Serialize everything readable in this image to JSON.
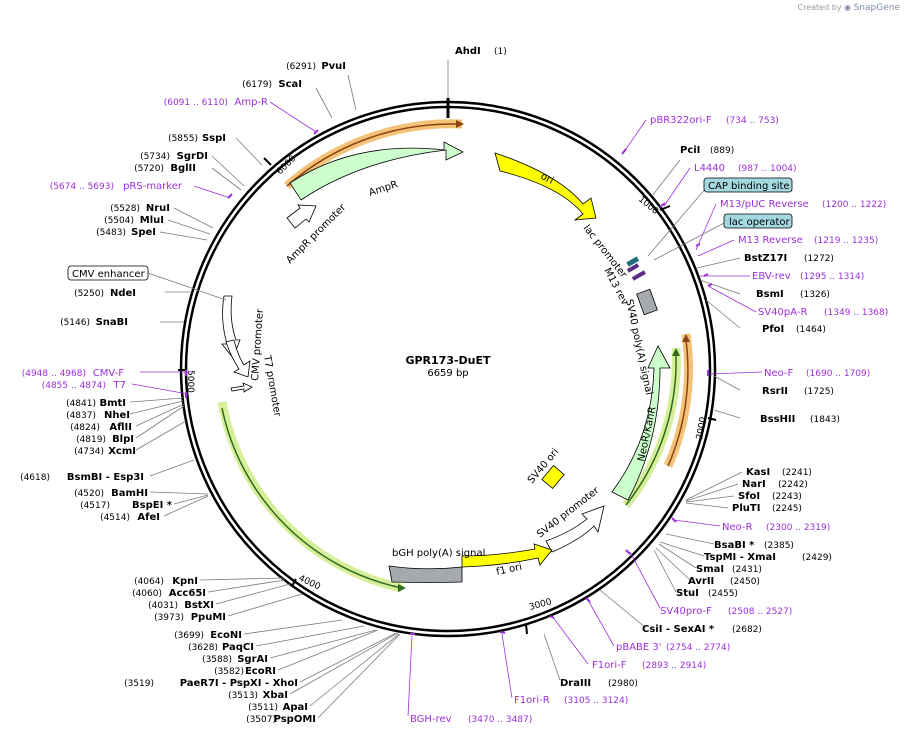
{
  "credit": {
    "prefix": "Created by",
    "brand": "SnapGene",
    "icon": "snapgene-logo-icon"
  },
  "plasmid": {
    "name": "GPR173-DuET",
    "length_label": "6659 bp",
    "length": 6659
  },
  "ticks": [
    "1000",
    "2000",
    "3000",
    "4000",
    "5000",
    "6000"
  ],
  "enzymes_right": [
    {
      "name": "AhdI",
      "pos": "(1)"
    },
    {
      "name": "PciI",
      "pos": "(889)"
    },
    {
      "name": "BstZ17I",
      "pos": "(1272)"
    },
    {
      "name": "BsmI",
      "pos": "(1326)"
    },
    {
      "name": "PfoI",
      "pos": "(1464)"
    },
    {
      "name": "RsrII",
      "pos": "(1725)"
    },
    {
      "name": "BssHII",
      "pos": "(1843)"
    },
    {
      "name": "KasI",
      "pos": "(2241)"
    },
    {
      "name": "NarI",
      "pos": "(2242)"
    },
    {
      "name": "SfoI",
      "pos": "(2243)"
    },
    {
      "name": "PluTI",
      "pos": "(2245)"
    },
    {
      "name": "BsaBI *",
      "pos": "(2385)"
    },
    {
      "name": "TspMI - XmaI",
      "pos": "(2429)"
    },
    {
      "name": "SmaI",
      "pos": "(2431)"
    },
    {
      "name": "AvrII",
      "pos": "(2450)"
    },
    {
      "name": "StuI",
      "pos": "(2455)"
    },
    {
      "name": "CsiI - SexAI *",
      "pos": "(2682)"
    },
    {
      "name": "DraIII",
      "pos": "(2980)"
    }
  ],
  "enzymes_left": [
    {
      "name": "PvuI",
      "pos": "(6291)"
    },
    {
      "name": "ScaI",
      "pos": "(6179)"
    },
    {
      "name": "SspI",
      "pos": "(5855)"
    },
    {
      "name": "SgrDI",
      "pos": "(5734)"
    },
    {
      "name": "BglII",
      "pos": "(5720)"
    },
    {
      "name": "NruI",
      "pos": "(5528)"
    },
    {
      "name": "MluI",
      "pos": "(5504)"
    },
    {
      "name": "SpeI",
      "pos": "(5483)"
    },
    {
      "name": "NdeI",
      "pos": "(5250)"
    },
    {
      "name": "SnaBI",
      "pos": "(5146)"
    },
    {
      "name": "BmtI",
      "pos": "(4841)"
    },
    {
      "name": "NheI",
      "pos": "(4837)"
    },
    {
      "name": "AflII",
      "pos": "(4824)"
    },
    {
      "name": "BlpI",
      "pos": "(4819)"
    },
    {
      "name": "XcmI",
      "pos": "(4734)"
    },
    {
      "name": "BsmBI - Esp3I",
      "pos": "(4618)"
    },
    {
      "name": "BamHI",
      "pos": "(4520)"
    },
    {
      "name": "BspEI *",
      "pos": "(4517)"
    },
    {
      "name": "AfeI",
      "pos": "(4514)"
    },
    {
      "name": "KpnI",
      "pos": "(4064)"
    },
    {
      "name": "Acc65I",
      "pos": "(4060)"
    },
    {
      "name": "BstXI",
      "pos": "(4031)"
    },
    {
      "name": "PpuMI",
      "pos": "(3973)"
    },
    {
      "name": "EcoNI",
      "pos": "(3699)"
    },
    {
      "name": "PaqCI",
      "pos": "(3628)"
    },
    {
      "name": "SgrAI",
      "pos": "(3588)"
    },
    {
      "name": "EcoRI",
      "pos": "(3582)"
    },
    {
      "name": "PaeR7I - PspXI - XhoI",
      "pos": "(3519)"
    },
    {
      "name": "XbaI",
      "pos": "(3513)"
    },
    {
      "name": "ApaI",
      "pos": "(3511)"
    },
    {
      "name": "PspOMI",
      "pos": "(3507)"
    }
  ],
  "primers": [
    {
      "name": "pBR322ori-F",
      "pos": "(734 .. 753)"
    },
    {
      "name": "L4440",
      "pos": "(987 .. 1004)"
    },
    {
      "name": "M13/pUC Reverse",
      "pos": "(1200 .. 1222)"
    },
    {
      "name": "M13 Reverse",
      "pos": "(1219 .. 1235)"
    },
    {
      "name": "EBV-rev",
      "pos": "(1295 .. 1314)"
    },
    {
      "name": "SV40pA-R",
      "pos": "(1349 .. 1368)"
    },
    {
      "name": "Neo-F",
      "pos": "(1690 .. 1709)"
    },
    {
      "name": "Neo-R",
      "pos": "(2300 .. 2319)"
    },
    {
      "name": "SV40pro-F",
      "pos": "(2508 .. 2527)"
    },
    {
      "name": "pBABE 3'",
      "pos": "(2754 .. 2774)"
    },
    {
      "name": "F1ori-F",
      "pos": "(2893 .. 2914)"
    },
    {
      "name": "F1ori-R",
      "pos": "(3105 .. 3124)"
    },
    {
      "name": "BGH-rev",
      "pos": "(3470 .. 3487)"
    },
    {
      "name": "Amp-R",
      "pos": "(6091 .. 6110)"
    },
    {
      "name": "pRS-marker",
      "pos": "(5674 .. 5693)"
    },
    {
      "name": "CMV-F",
      "pos": "(4948 .. 4968)"
    },
    {
      "name": "T7",
      "pos": "(4855 .. 4874)"
    }
  ],
  "boxed_features": [
    "CAP binding site",
    "lac operator",
    "CMV enhancer"
  ],
  "features": {
    "ori": "ori",
    "ampr": "AmpR",
    "ampr_promoter": "AmpR promoter",
    "lac_promoter": "lac promoter",
    "m13_rev": "M13 rev",
    "sv40_polya": "SV40 poly(A) signal",
    "neor": "NeoR/KanR",
    "sv40_ori": "SV40 ori",
    "sv40_promoter": "SV40 promoter",
    "f1_ori": "f1 ori",
    "bgh_polya": "bGH poly(A) signal",
    "cmv_promoter": "CMV promoter",
    "t7_promoter": "T7 promoter"
  },
  "colors": {
    "ori": "#ffff00",
    "resistance": "#ccffcc",
    "promoter": "#ffffff",
    "polya": "#a6a9ad",
    "primer": "#9b30d9",
    "highlight_orange": "#f5c27a",
    "highlight_green": "#d7ef9a",
    "box_teal": "#a3d9de",
    "backbone": "#000000"
  }
}
